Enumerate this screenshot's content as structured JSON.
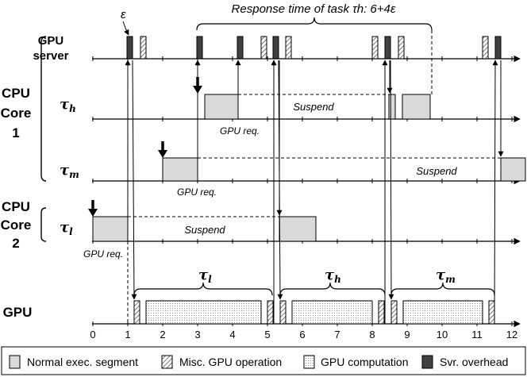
{
  "labels": {
    "gpu_server": [
      "GPU",
      "server"
    ],
    "core1": [
      "CPU",
      "Core",
      "1"
    ],
    "core2": [
      "CPU",
      "Core",
      "2"
    ],
    "gpu": "GPU",
    "tau_h": "τh",
    "tau_m": "τm",
    "tau_l": "τl",
    "tau_h_sym": "τ",
    "tau_h_sub": "h",
    "tau_m_sub": "m",
    "tau_l_sub": "l",
    "epsilon": "ε",
    "response_time": "Response time of task τh: 6+4ε",
    "suspend": "Suspend",
    "gpu_req": "GPU req."
  },
  "axis_ticks": [
    "0",
    "1",
    "2",
    "3",
    "4",
    "5",
    "6",
    "7",
    "8",
    "9",
    "10",
    "11",
    "12"
  ],
  "legend": [
    {
      "label": "Normal exec. segment",
      "pattern": "gray"
    },
    {
      "label": "Misc. GPU operation",
      "pattern": "hatch"
    },
    {
      "label": "GPU computation",
      "pattern": "dots"
    },
    {
      "label": "Svr. overhead",
      "pattern": "dark"
    }
  ],
  "colors": {
    "normal": "#d9d9d9",
    "dark": "#404040",
    "line": "#000000"
  }
}
